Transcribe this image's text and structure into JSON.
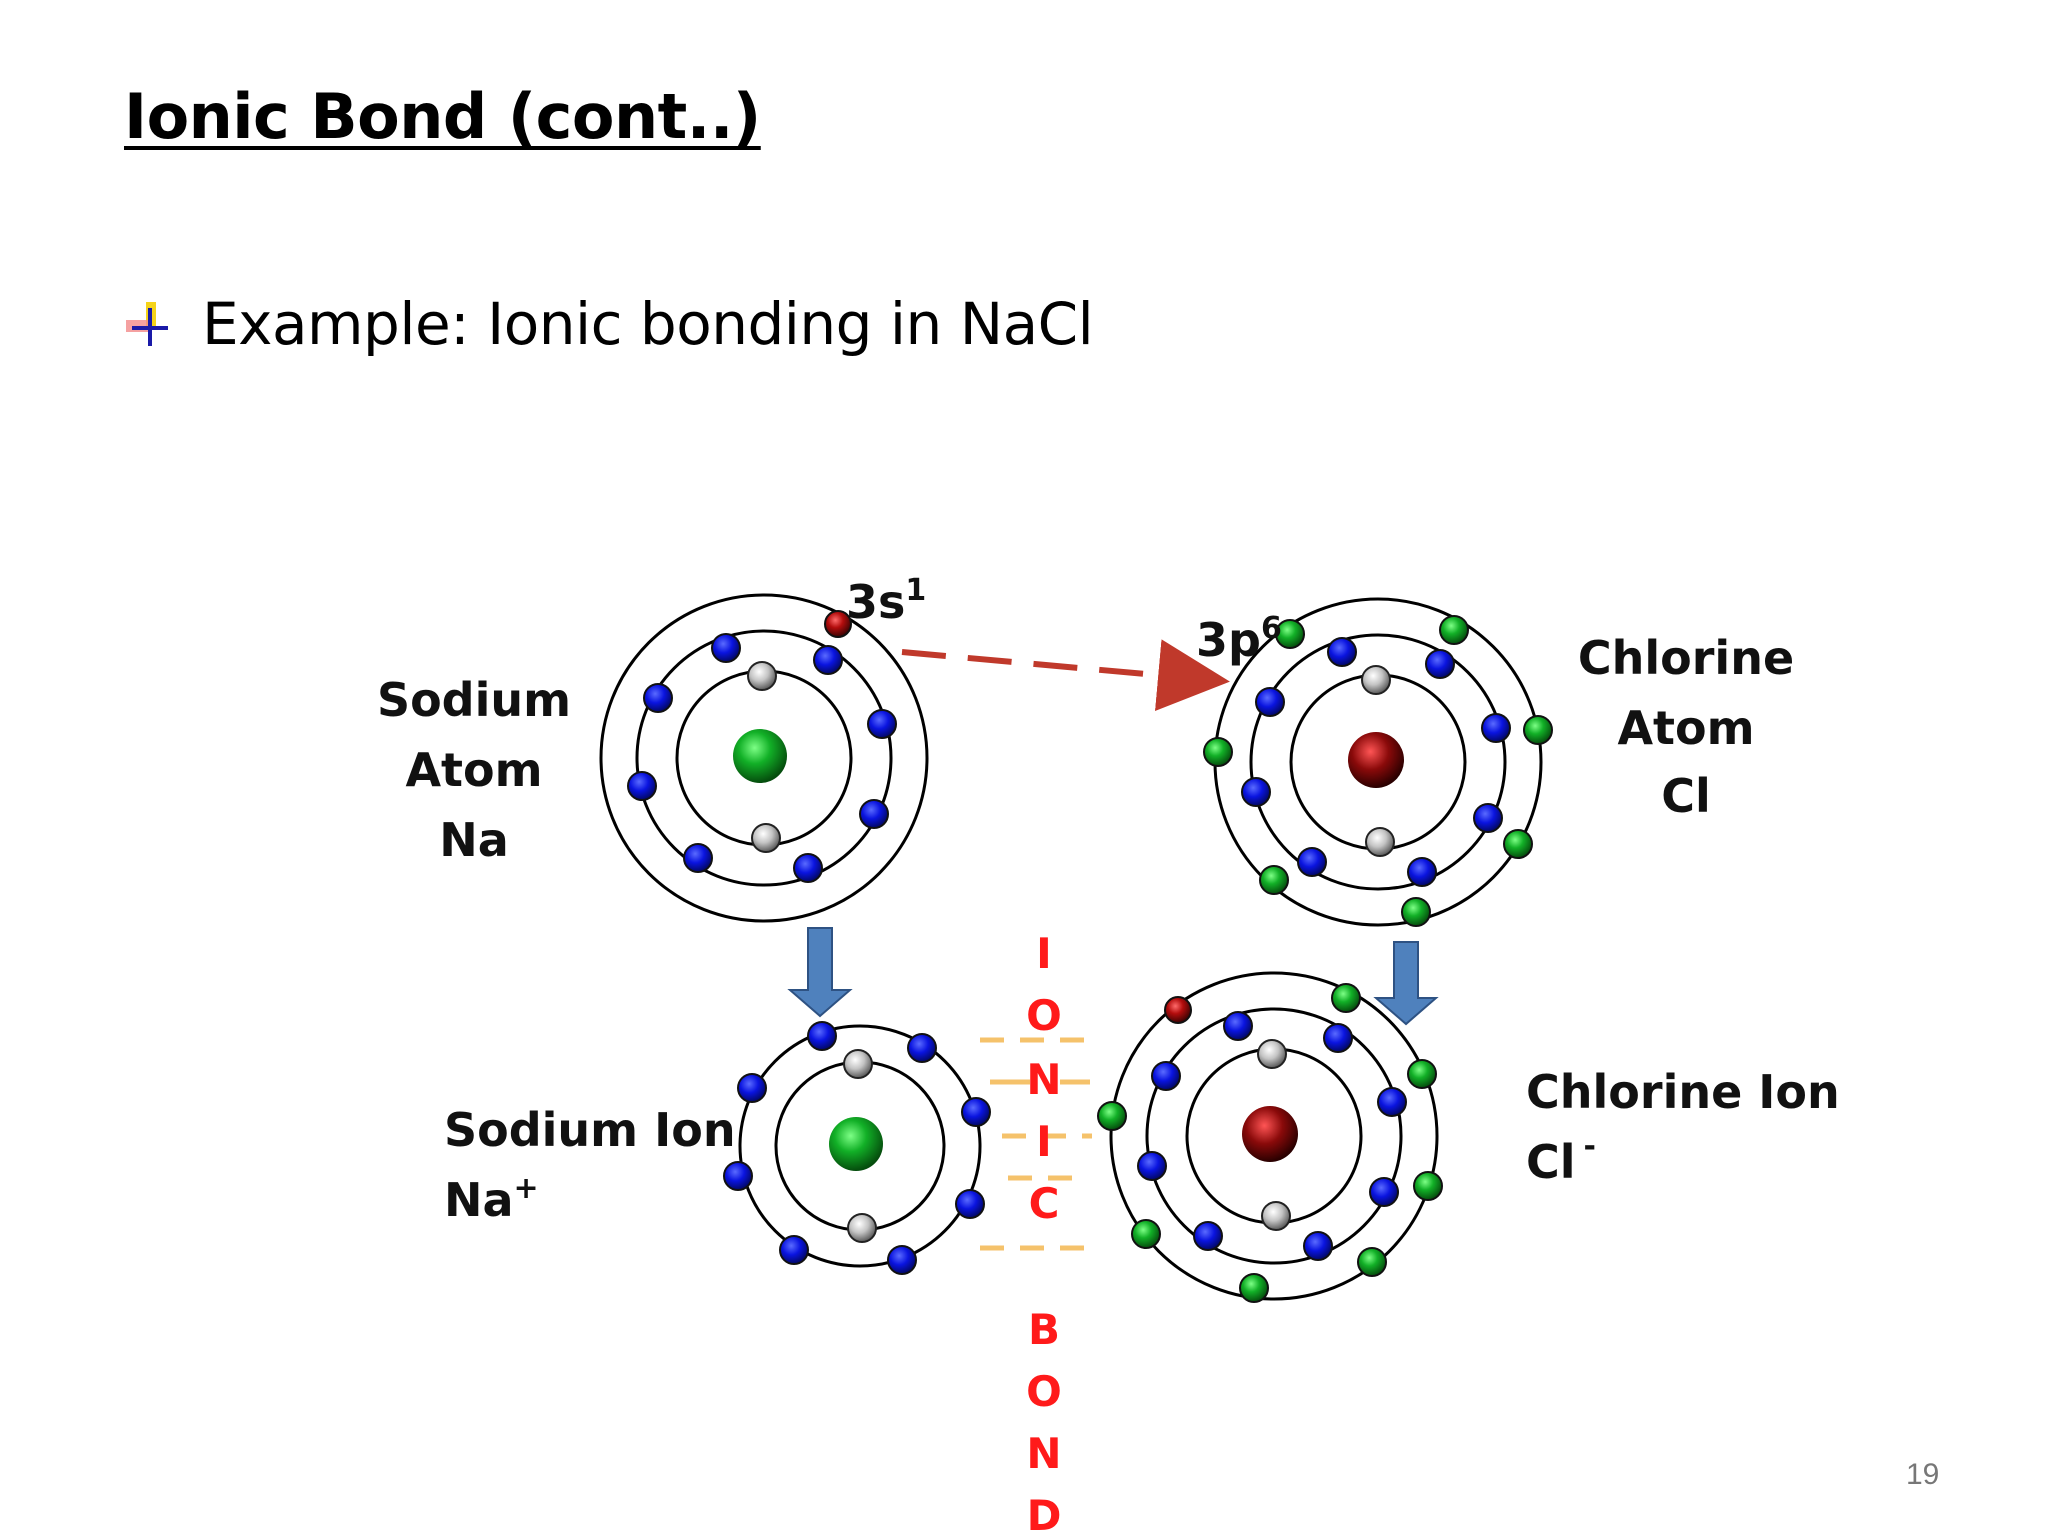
{
  "slide": {
    "title": "Ionic Bond (cont..)",
    "bullet_text": "Example: Ionic bonding in NaCl",
    "page_number": "19"
  },
  "labels": {
    "sodium_atom": [
      "Sodium",
      "Atom",
      "Na"
    ],
    "chlorine_atom": [
      "Chlorine",
      "Atom",
      "Cl"
    ],
    "sodium_ion_name": "Sodium Ion",
    "sodium_ion_symbol": "Na",
    "sodium_ion_charge": "+",
    "chlorine_ion_name": "Chlorine Ion",
    "chlorine_ion_symbol": "Cl",
    "chlorine_ion_charge": "-",
    "orbital_3s": "3s",
    "orbital_3s_sup": "1",
    "orbital_3p": "3p",
    "orbital_3p_sup": "6"
  },
  "ionic_bond_letters": [
    "I",
    "O",
    "N",
    "I",
    "C",
    "B",
    "O",
    "N",
    "D"
  ],
  "colors": {
    "ionic_text": "#ff1a1a",
    "transfer_arrow": "#c0392b",
    "down_arrow": "#4f81bd",
    "dash_lines": "#f5c26b",
    "electron_inner": "#b5b5b5",
    "electron_middle": "#0a14e0",
    "electron_outer_cl": "#0e8f1a",
    "transferred_electron": "#e01010",
    "nucleus_na": "#0b9e1f",
    "nucleus_cl": "#9a0a0a"
  }
}
